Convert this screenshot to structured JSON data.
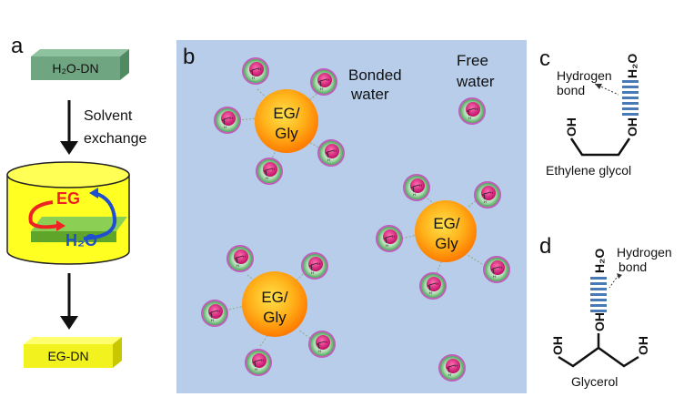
{
  "panel_a": {
    "letter": "a",
    "top_label": "H₂O-DN",
    "step_label_1": "Solvent",
    "step_label_2": "exchange",
    "eg_label": "EG",
    "water_label": "H₂O",
    "bottom_label": "EG-DN",
    "colors": {
      "top_slab": "#6fa581",
      "bottom_slab": "#f2f21f",
      "container": "#ffff22",
      "eg_arrow": "#ee2222",
      "water_arrow": "#1f4fd0"
    }
  },
  "panel_b": {
    "letter": "b",
    "bonded_label_1": "Bonded",
    "bonded_label_2": "water",
    "free_label_1": "Free",
    "free_label_2": "water",
    "core_line_1": "EG/",
    "core_line_2": "Gly",
    "colors": {
      "background": "#b7cde9",
      "core_outer": "#ff8a00",
      "core_inner": "#ffd23a",
      "water_shell": "#3ca84c",
      "water_inner": "#e0157a"
    }
  },
  "panel_c": {
    "letter": "c",
    "hbond_label_1": "Hydrogen",
    "hbond_label_2": "bond",
    "water": "H₂O",
    "oh": "OH",
    "name": "Ethylene glycol"
  },
  "panel_d": {
    "letter": "d",
    "hbond_label_1": "Hydrogen",
    "hbond_label_2": "bond",
    "water": "H₂O",
    "oh": "OH",
    "name": "Glycerol"
  },
  "icons": {
    "arrow": "down-arrow-icon",
    "molecule": "water-molecule-icon",
    "hbond": "hydrogen-bond-stripes-icon"
  }
}
